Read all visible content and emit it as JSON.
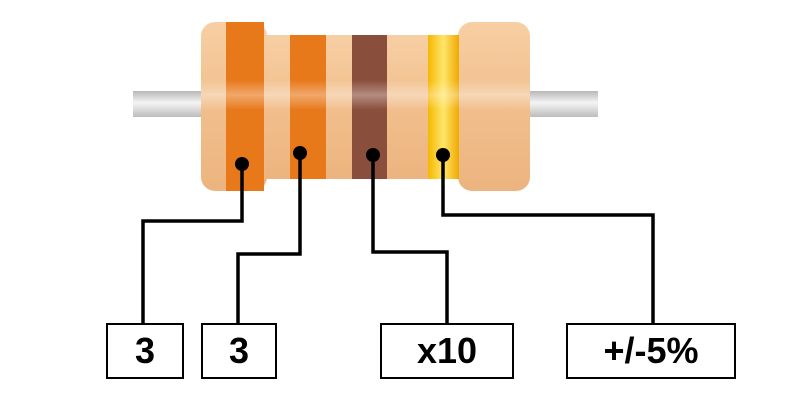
{
  "colors": {
    "body": "#f4c596",
    "body_shadow": "#e2a66f",
    "lead": "#d4d4d4",
    "band_orange": "#e8791b",
    "band_brown": "#8a4e3c",
    "band_gold": "#f0b400",
    "wire": "#000000"
  },
  "bands": [
    {
      "name": "band-1",
      "color": "orange",
      "meaning": "digit",
      "label": "3"
    },
    {
      "name": "band-2",
      "color": "orange",
      "meaning": "digit",
      "label": "3"
    },
    {
      "name": "band-3",
      "color": "brown",
      "meaning": "multiplier",
      "label": "x10"
    },
    {
      "name": "band-4",
      "color": "gold",
      "meaning": "tolerance",
      "label": "+/-5%"
    }
  ]
}
